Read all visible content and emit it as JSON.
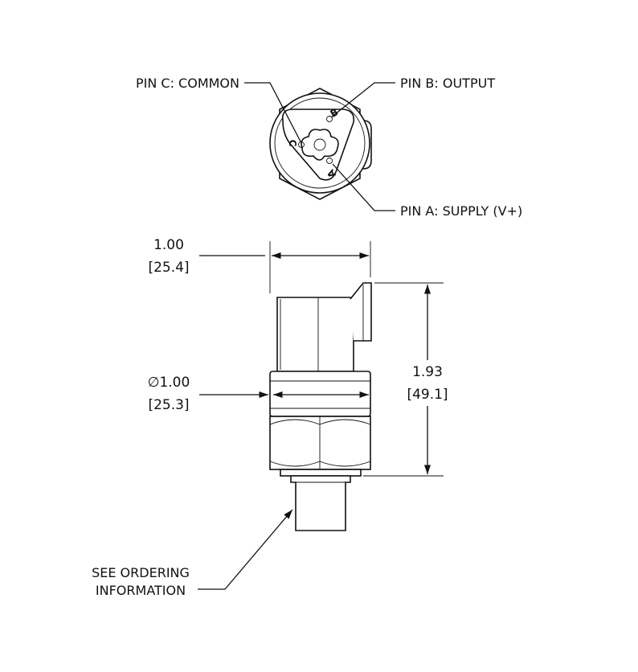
{
  "callouts": {
    "pin_c": "PIN C: COMMON",
    "pin_b": "PIN B: OUTPUT",
    "pin_a": "PIN A: SUPPLY (V+)",
    "ordering_line1": "SEE ORDERING",
    "ordering_line2": "INFORMATION"
  },
  "pin_letters": {
    "a": "A",
    "b": "B",
    "c": "C"
  },
  "dimensions": {
    "width_in": "1.00",
    "width_mm": "[25.4]",
    "diameter_in": "∅1.00",
    "diameter_mm": "[25.3]",
    "height_in": "1.93",
    "height_mm": "[49.1]"
  }
}
